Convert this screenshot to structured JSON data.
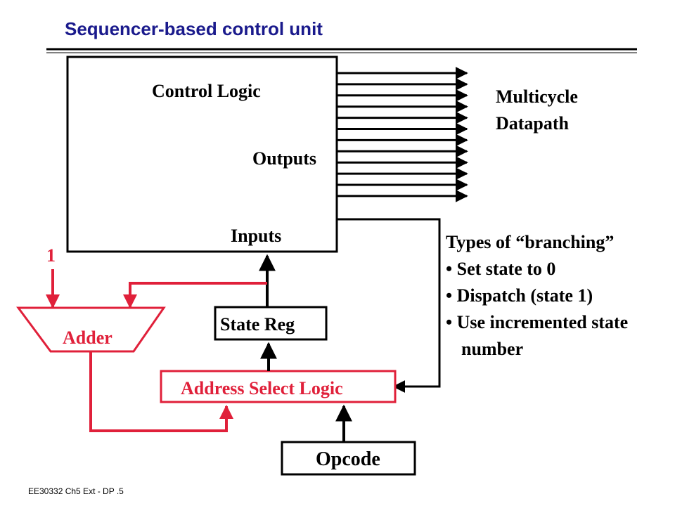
{
  "slide": {
    "title": "Sequencer-based control unit",
    "footer": "EE30332 Ch5 Ext - DP .5"
  },
  "colors": {
    "title": "#1a1a8c",
    "accent_red": "#e0203a",
    "black": "#000000"
  },
  "diagram": {
    "control_logic": {
      "label": "Control Logic",
      "outputs_label": "Outputs",
      "inputs_label": "Inputs"
    },
    "datapath": {
      "line1": "Multicycle",
      "line2": "Datapath"
    },
    "state_reg": {
      "label": "State Reg"
    },
    "adder": {
      "label": "Adder",
      "constant_input": "1"
    },
    "address_select": {
      "label": "Address Select Logic"
    },
    "opcode": {
      "label": "Opcode"
    },
    "branching": {
      "heading": "Types of “branching”",
      "items": [
        "• Set state to 0",
        "• Dispatch (state 1)",
        "• Use incremented state"
      ],
      "continuation": "number"
    },
    "output_signal_count": 12
  }
}
